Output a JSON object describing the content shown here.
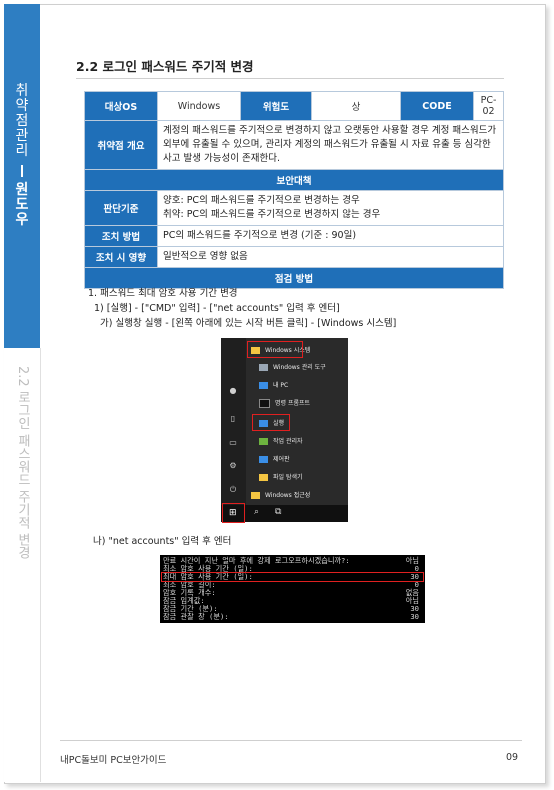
{
  "sidebar": {
    "chars": [
      "취",
      "약",
      "점",
      "관",
      "리"
    ],
    "chars2": [
      "원",
      "도",
      "우"
    ],
    "vertical_label": "2.2 로그인 패스워드 주기적 변경"
  },
  "title": "2.2 로그인 패스워드 주기적 변경",
  "table": {
    "target_label": "대상OS",
    "target_value": "Windows",
    "risk_label": "위험도",
    "risk_value": "상",
    "code_label": "CODE",
    "code_value": "PC-02",
    "overview_label": "취약점 개요",
    "overview_text": "계정의 패스워드를 주기적으로 변경하지 않고 오랫동안 사용할 경우 계정 패스워드가 외부에 유출될 수 있으며, 관리자 계정의 패스워드가 유출될 시 자료 유출 등 심각한 사고 발생 가능성이 존재한다.",
    "section_countermeasure": "보안대책",
    "criteria_label": "판단기준",
    "criteria_good": "양호: PC의 패스워드를 주기적으로 변경하는 경우",
    "criteria_bad": "취약: PC의 패스워드를 주기적으로 변경하지 않는 경우",
    "action_label": "조치 방법",
    "action_text": "PC의 패스워드를 주기적으로 변경 (기준 : 90일)",
    "impact_label": "조치 시 영향",
    "impact_text": "일반적으로 영향 없음",
    "section_check": "점검 방법"
  },
  "steps": {
    "s1": "1. 패스워드 최대 암호 사용 기간 변경",
    "s1_1": "1) [실행] - [\"CMD\" 입력] - [\"net accounts\" 입력 후 엔터]",
    "s1_2": "가) 실행창 실행 - [왼쪽 아래에 있는 시작 버튼 클릭] - [Windows 시스템]",
    "s_b": "나) \"net accounts\" 입력 후 엔터"
  },
  "start_menu": {
    "items": [
      "Windows 시스템",
      "Windows 관리 도구",
      "내 PC",
      "명령 프롬프트",
      "실행",
      "작업 관리자",
      "제어판",
      "파일 탐색기",
      "Windows 접근성"
    ],
    "colors": {
      "folder": "#f4c542",
      "blue": "#3a8ee6",
      "highlight": "#e02020"
    }
  },
  "cmd": {
    "rows": [
      {
        "k": "만료 시간이 지난 얼마 후에 강제 로그오프하시겠습니까?:",
        "v": "아님"
      },
      {
        "k": "최소 암호 사용 기간 (일):",
        "v": "0"
      },
      {
        "k": "최대 암호 사용 기간 (일):",
        "v": "30"
      },
      {
        "k": "최소 암호 길이:",
        "v": "0"
      },
      {
        "k": "암호 기록 개수:",
        "v": "없음"
      },
      {
        "k": "잠금 임계값:",
        "v": "아님"
      },
      {
        "k": "잠금 기간 (분):",
        "v": "30"
      },
      {
        "k": "잠금 관찰 창 (분):",
        "v": "30"
      }
    ]
  },
  "footer": {
    "left": "내PC돌보미 PC보안가이드",
    "page": "09"
  }
}
